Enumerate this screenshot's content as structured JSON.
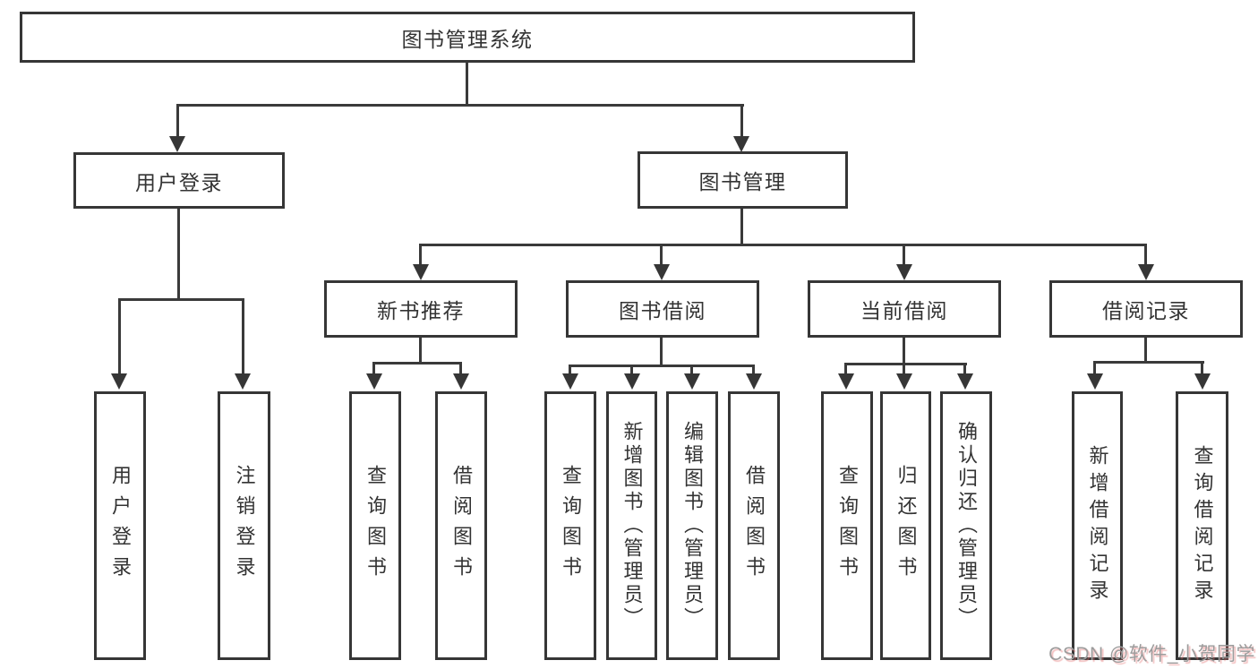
{
  "tree": {
    "label": "图书管理系统",
    "children": [
      {
        "label": "用户登录",
        "children": [
          {
            "label": "用户登录"
          },
          {
            "label": "注销登录"
          }
        ]
      },
      {
        "label": "图书管理",
        "children": [
          {
            "label": "新书推荐",
            "children": [
              {
                "label": "查询图书"
              },
              {
                "label": "借阅图书"
              }
            ]
          },
          {
            "label": "图书借阅",
            "children": [
              {
                "label": "查询图书"
              },
              {
                "label": "新增图书（管理员）"
              },
              {
                "label": "编辑图书（管理员）"
              },
              {
                "label": "借阅图书"
              }
            ]
          },
          {
            "label": "当前借阅",
            "children": [
              {
                "label": "查询图书"
              },
              {
                "label": "归还图书"
              },
              {
                "label": "确认归还（管理员）"
              }
            ]
          },
          {
            "label": "借阅记录",
            "children": [
              {
                "label": "新增借阅记录"
              },
              {
                "label": "查询借阅记录"
              }
            ]
          }
        ]
      }
    ]
  },
  "watermark": {
    "text": "CSDN @软件_小贺同学"
  },
  "colors": {
    "line": "#3a3a3a",
    "box_border": "#363636",
    "text": "#333333",
    "background": "#ffffff",
    "watermark_text": "#9c9c9c",
    "watermark_shadow": "#e56e6e"
  }
}
